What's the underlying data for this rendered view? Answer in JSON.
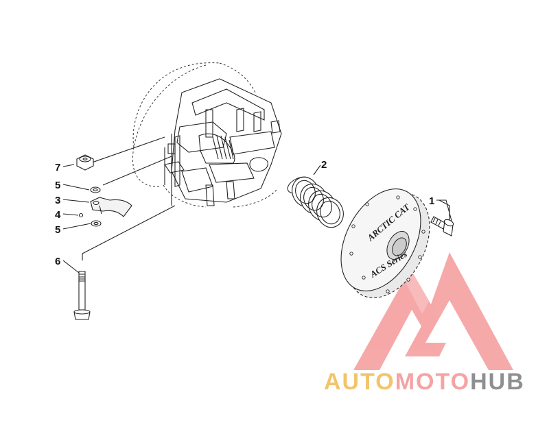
{
  "callouts": [
    {
      "num": "1",
      "part": "bolt"
    },
    {
      "num": "2",
      "part": "spring"
    },
    {
      "num": "3",
      "part": "arm"
    },
    {
      "num": "4",
      "part": "pin"
    },
    {
      "num": "5",
      "part": "washer-upper"
    },
    {
      "num": "5",
      "part": "washer-lower"
    },
    {
      "num": "6",
      "part": "shaft-bolt"
    },
    {
      "num": "7",
      "part": "nut"
    }
  ],
  "cover_plate": {
    "text_top": "ARCTIC CAT",
    "text_bottom": "ACS Series"
  },
  "watermark": {
    "part1": "AUTO",
    "part2": "MOTO",
    "part3": "HUB",
    "color1": "#f2c46b",
    "color2": "#f5a3a3",
    "color3": "#8f8f8f",
    "logo_color": "#f59a9a"
  }
}
